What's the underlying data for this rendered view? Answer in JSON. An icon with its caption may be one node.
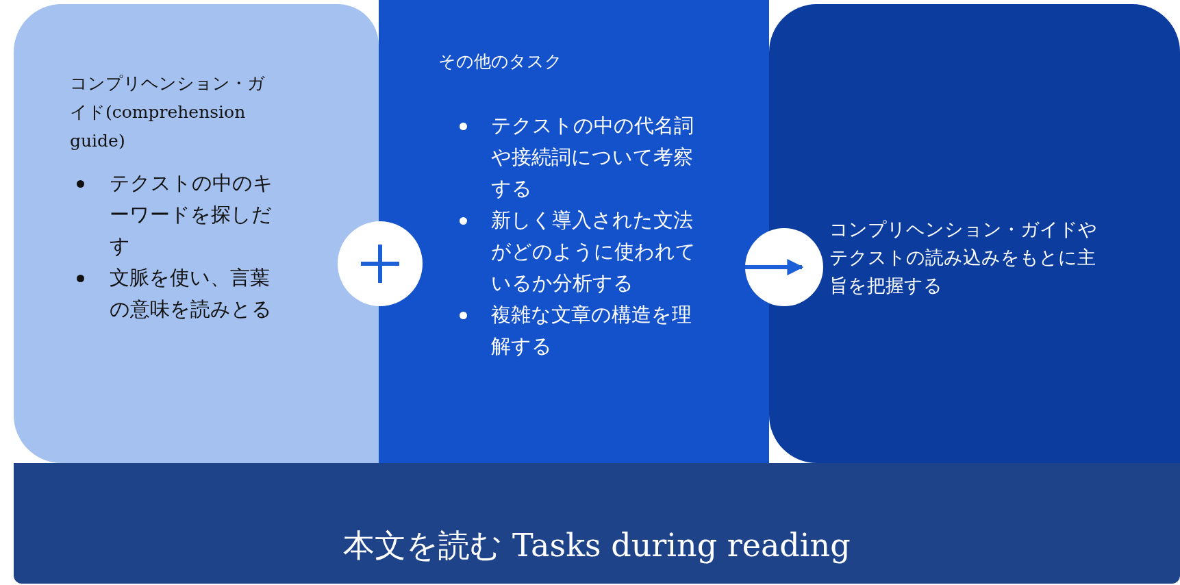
{
  "diagram": {
    "nodes": [
      {
        "text": [
          "コンプリヘンション・ガイド(comprehension guide)",
          "テクストの中のキーワードを探しだす",
          "文脈を使い、言葉の意味を読みとる"
        ]
      },
      {
        "text": [
          "その他のタスク",
          "テクストの中の代名詞や接続詞について考察する",
          "新しく導入された文法がどのように使われているか分析する",
          "複雑な文章の構造を理解する"
        ]
      },
      {
        "text": [
          "コンプリヘンション・ガイドやテクストの読み込みをもとに主旨を把握する"
        ]
      },
      {
        "text": [
          "本文を読む Tasks during reading"
        ]
      }
    ],
    "edges": [
      {
        "from": 1,
        "to": 2,
        "arrow": "to"
      }
    ]
  }
}
